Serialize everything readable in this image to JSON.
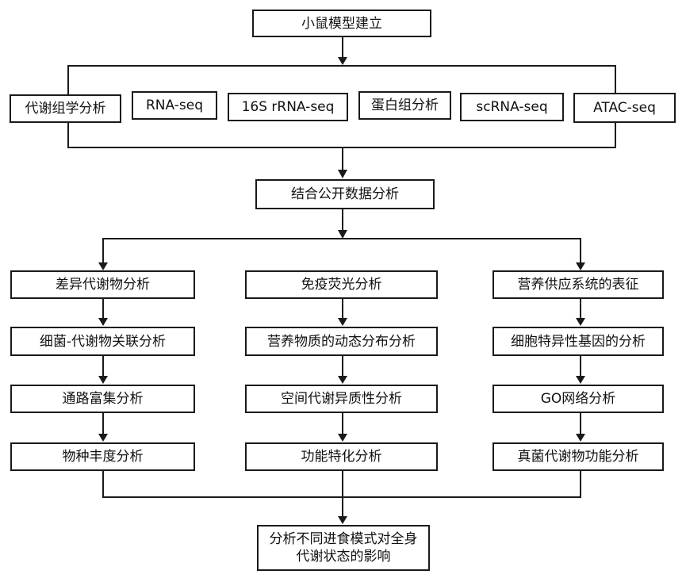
{
  "top": {
    "label": "小鼠模型建立"
  },
  "omics": [
    "代谢组学分析",
    "RNA-seq",
    "16S rRNA-seq",
    "蛋白组分析",
    "scRNA-seq",
    "ATAC-seq"
  ],
  "integrate": {
    "label": "结合公开数据分析"
  },
  "columns": [
    {
      "items": [
        "差异代谢物分析",
        "细菌-代谢物关联分析",
        "通路富集分析",
        "物种丰度分析"
      ]
    },
    {
      "items": [
        "免疫荧光分析",
        "营养物质的动态分布分析",
        "空间代谢异质性分析",
        "功能特化分析"
      ]
    },
    {
      "items": [
        "营养供应系统的表征",
        "细胞特异性基因的分析",
        "GO网络分析",
        "真菌代谢物功能分析"
      ]
    }
  ],
  "bottom": {
    "line1": "分析不同进食模式对全身",
    "line2": "代谢状态的影响"
  }
}
